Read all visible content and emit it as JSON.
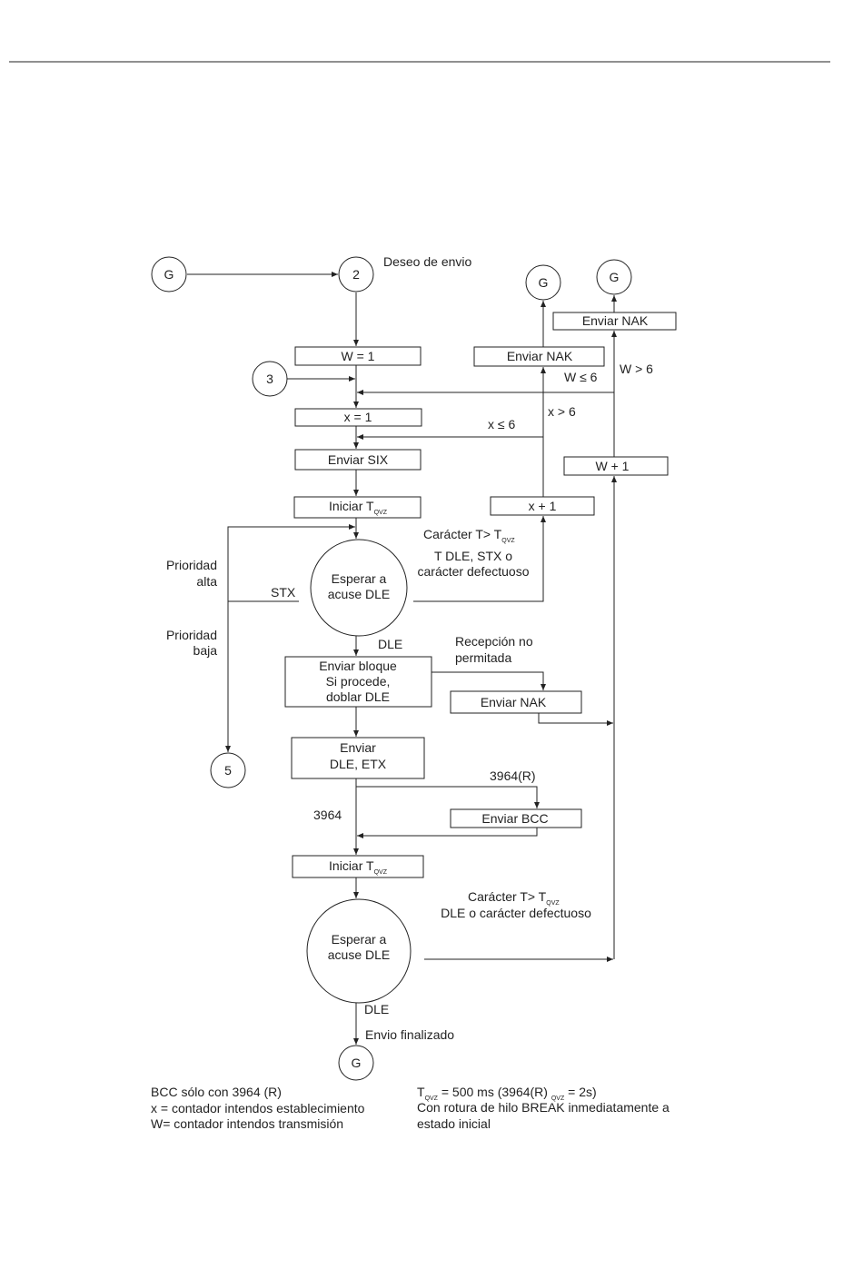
{
  "connectors": {
    "g": "G",
    "two": "2",
    "three": "3",
    "five": "5"
  },
  "boxes": {
    "w_eq_1": "W = 1",
    "x_eq_1": "x = 1",
    "enviar_six": "Enviar SIX",
    "iniciar_t": "Iniciar T",
    "t_sub": "QVZ",
    "x_plus_1": "x + 1",
    "w_plus_1": "W + 1",
    "enviar_nak": "Enviar NAK",
    "enviar_bloque": [
      "Enviar bloque",
      "Si procede,",
      "doblar DLE"
    ],
    "enviar_dle_etx": [
      "Enviar",
      "DLE, ETX"
    ],
    "enviar_bcc": "Enviar BCC"
  },
  "states": {
    "esperar_acuse": [
      "Esperar a",
      "acuse DLE"
    ]
  },
  "labels": {
    "deseo_envio": "Deseo de envio",
    "w_le_6": "W ≤ 6",
    "w_gt_6": "W > 6",
    "x_le_6": "x ≤ 6",
    "x_gt_6": "x > 6",
    "caracter_t1": "Carácter T> T",
    "t_dle_stx": "T DLE, STX o",
    "caracter_defectuoso": "carácter defectuoso",
    "prioridad_alta": [
      "Prioridad",
      "alta"
    ],
    "prioridad_baja": [
      "Prioridad",
      "baja"
    ],
    "stx": "STX",
    "dle": "DLE",
    "recepcion": [
      "Recepción no",
      "permitada"
    ],
    "r3964r": "3964(R)",
    "r3964": "3964",
    "caracter_t2": "Carácter T> T",
    "dle_o_caracter": "DLE o carácter defectuoso",
    "envio_finalizado": "Envio finalizado"
  },
  "notes": {
    "left": [
      "BCC sólo con 3964 (R)",
      "x = contador intendos establecimiento",
      "W= contador intendos transmisión"
    ],
    "right_t": "T",
    "right_t_rest": " = 500 ms (3964(R) ",
    "right_t_end": " = 2s)",
    "right_2": "Con rotura de hilo BREAK inmediatamente a",
    "right_3": "estado inicial"
  }
}
